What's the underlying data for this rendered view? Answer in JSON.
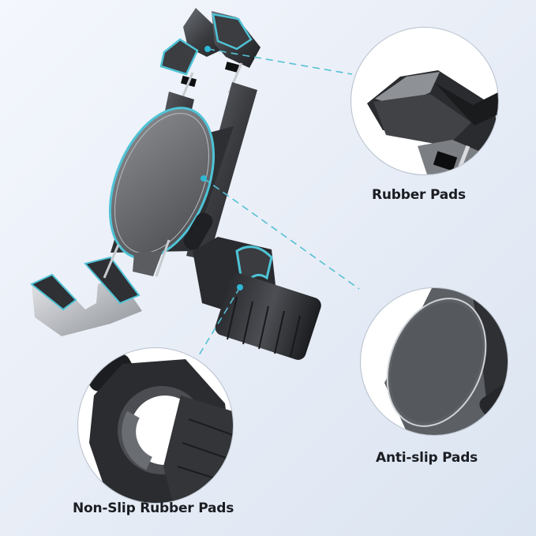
{
  "product": {
    "subject": "bike phone mount",
    "accent_color": "#4fc3d6",
    "background_colors": [
      "#f4f7fd",
      "#dbe4f1"
    ]
  },
  "callouts": [
    {
      "id": "top",
      "label": "Rubber Pads",
      "target": "top-clamp-pads"
    },
    {
      "id": "right",
      "label": "Anti-slip Pads",
      "target": "center-back-pad"
    },
    {
      "id": "bottom",
      "label": "Non-Slip Rubber Pads",
      "target": "handlebar-clamp"
    }
  ]
}
